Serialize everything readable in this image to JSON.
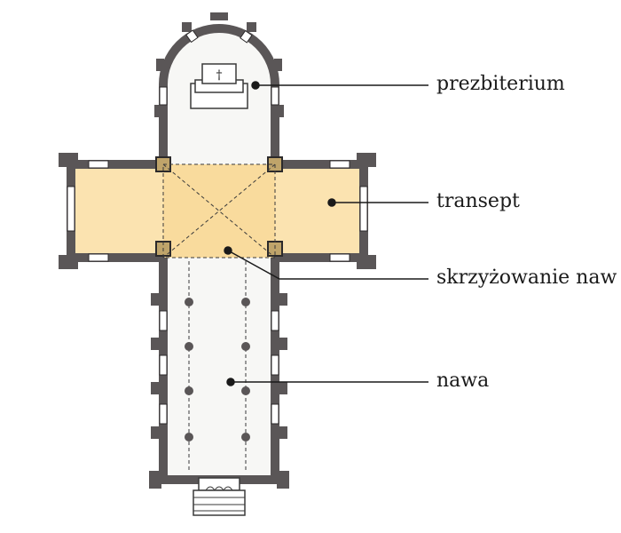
{
  "labels": {
    "presbytery": "prezbiterium",
    "transept": "transept",
    "crossing": "skrzyżowanie naw",
    "nave": "nawa"
  },
  "colors": {
    "wall": "#5a5657",
    "wall_outline": "#2c2a2b",
    "transept_fill": "#fbe3b0",
    "crossing_fill": "#f8d58e",
    "interior_fill": "#f7f7f5",
    "pier_fill": "#bfa46a",
    "window_fill": "#ffffff",
    "leader_line": "#1a1a1a"
  },
  "icons": {
    "altar_cross": "†"
  }
}
